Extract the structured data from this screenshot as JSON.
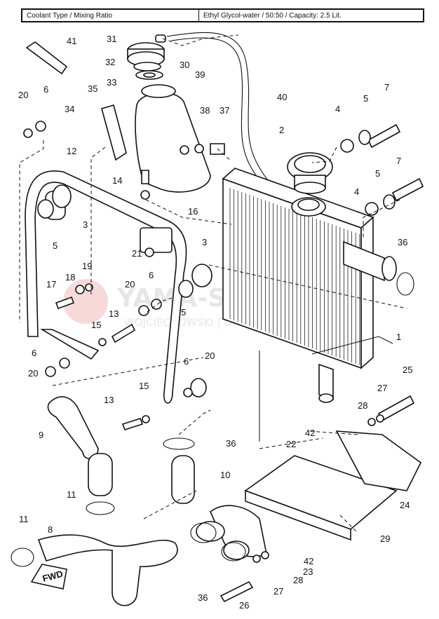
{
  "header": {
    "coolant_label": "Coolant Type / Mixing Ratio",
    "coolant_value": "Ethyl Glycol-water / 50:50 / Capacity: 2.5 Lit."
  },
  "watermark": {
    "brand": "YAMA-SKLEP.PL",
    "sub": "WOJCIECHOWSKI | DEALER YAMAHA"
  },
  "fwd_label": "FWD",
  "callouts": [
    "1",
    "2",
    "3",
    "3",
    "4",
    "4",
    "5",
    "5",
    "5",
    "5",
    "6",
    "6",
    "6",
    "6",
    "7",
    "7",
    "8",
    "9",
    "10",
    "11",
    "11",
    "12",
    "13",
    "13",
    "14",
    "15",
    "15",
    "16",
    "17",
    "18",
    "19",
    "20",
    "20",
    "20",
    "20",
    "21",
    "22",
    "23",
    "24",
    "25",
    "26",
    "27",
    "27",
    "28",
    "28",
    "29",
    "30",
    "31",
    "32",
    "33",
    "34",
    "35",
    "36",
    "36",
    "36",
    "37",
    "38",
    "39",
    "40",
    "41",
    "42",
    "42"
  ]
}
